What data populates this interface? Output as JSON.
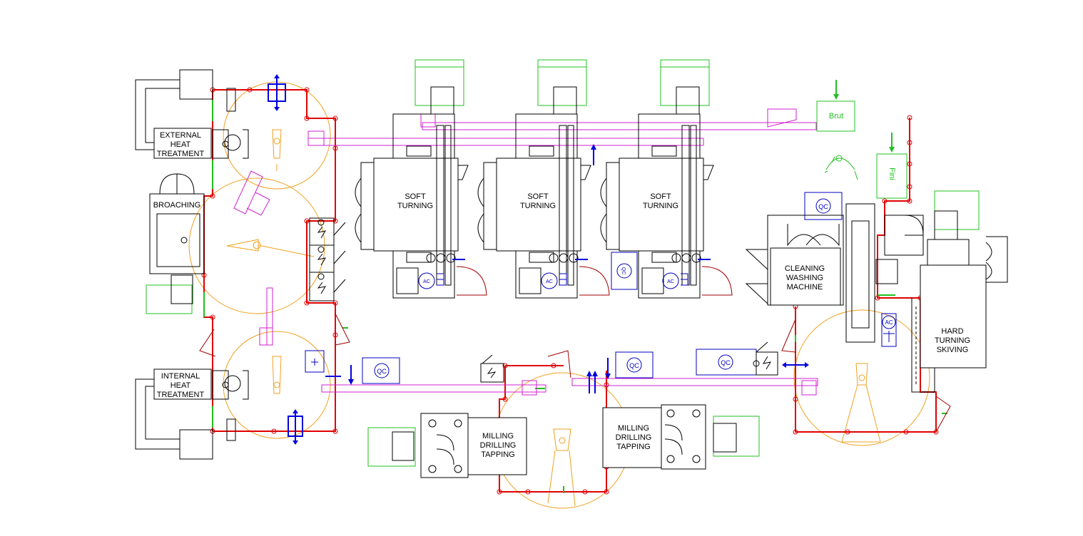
{
  "stations": {
    "external_heat_treatment": [
      "EXTERNAL",
      "HEAT",
      "TREATMENT"
    ],
    "broaching": [
      "BROACHING"
    ],
    "internal_heat_treatment": [
      "INTERNAL",
      "HEAT",
      "TREATMENT"
    ],
    "soft_turning_1": [
      "SOFT",
      "TURNING"
    ],
    "soft_turning_2": [
      "SOFT",
      "TURNING"
    ],
    "soft_turning_3": [
      "SOFT",
      "TURNING"
    ],
    "cleaning_washing": [
      "CLEANING",
      "WASHING",
      "MACHINE"
    ],
    "hard_turning": [
      "HARD",
      "TURNING",
      "SKIVING"
    ],
    "milling_1": [
      "MILLING",
      "DRILLING",
      "TAPPING"
    ],
    "milling_2": [
      "MILLING",
      "DRILLING",
      "TAPPING"
    ]
  },
  "qc_label": "QC",
  "ac_label": "AC",
  "raw_label": "Brut",
  "finished_label": "Fini",
  "colors": {
    "machine": "#000000",
    "conveyor": "#e00000",
    "robot_reach": "#f0a020",
    "gantry": "#d020d0",
    "storage": "#20c020",
    "inspection": "#0000c0"
  }
}
